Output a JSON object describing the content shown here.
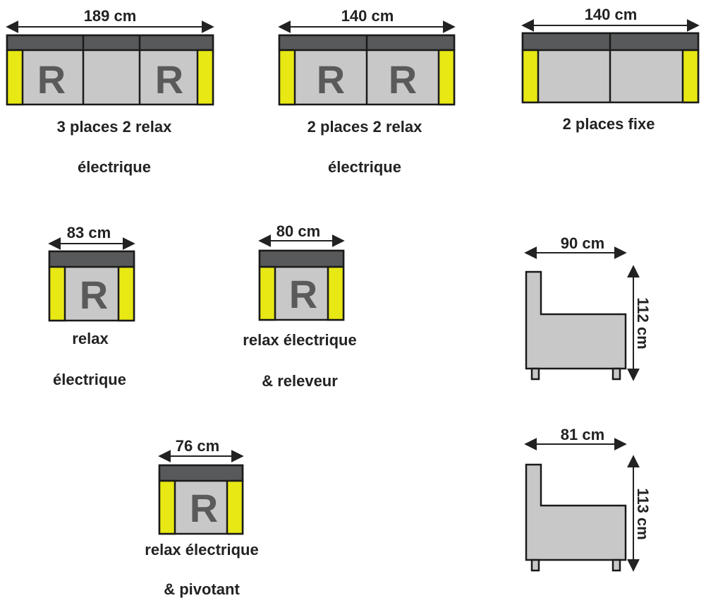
{
  "colors": {
    "frame": "#1a1a1a",
    "back": "#58595b",
    "seat": "#c8c8c8",
    "arm": "#e8e814",
    "letter": "#5a5a5a",
    "text": "#222222"
  },
  "relax_letter": "R",
  "items": [
    {
      "dimension": "189 cm",
      "caption_line1": "3 places 2 relax",
      "caption_line2": "électrique"
    },
    {
      "dimension": "140 cm",
      "caption_line1": "2 places 2 relax",
      "caption_line2": "électrique"
    },
    {
      "dimension": "140 cm",
      "caption_line1": "2 places fixe",
      "caption_line2": ""
    },
    {
      "dimension": "83 cm",
      "caption_line1": "relax",
      "caption_line2": "électrique"
    },
    {
      "dimension": "80 cm",
      "caption_line1": "relax électrique",
      "caption_line2": "& releveur"
    },
    {
      "dimension": "76 cm",
      "caption_line1": "relax électrique",
      "caption_line2": "& pivotant"
    }
  ],
  "side_views": [
    {
      "depth": "90 cm",
      "height": "112 cm"
    },
    {
      "depth": "81 cm",
      "height": "113 cm"
    }
  ]
}
